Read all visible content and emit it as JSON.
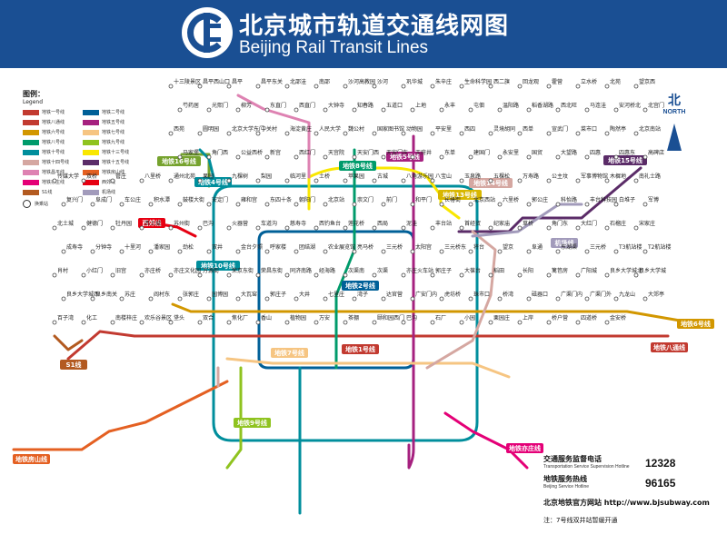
{
  "header": {
    "title_cn": "北京城市轨道交通线网图",
    "title_en": "Beijing Rail Transit Lines",
    "bg_color": "#1a4f93"
  },
  "legend": {
    "title": "图例：",
    "subtitle": "Legend",
    "transfer_label": "换乘站",
    "items": [
      {
        "label": "地铁一号线",
        "color": "#c23a30"
      },
      {
        "label": "地铁二号线",
        "color": "#006098"
      },
      {
        "label": "地铁八通线",
        "color": "#c23a30"
      },
      {
        "label": "地铁五号线",
        "color": "#a6217f"
      },
      {
        "label": "地铁六号线",
        "color": "#d29700"
      },
      {
        "label": "地铁七号线",
        "color": "#f6c582"
      },
      {
        "label": "地铁八号线",
        "color": "#009b6b"
      },
      {
        "label": "地铁九号线",
        "color": "#8fc31f"
      },
      {
        "label": "地铁十号线",
        "color": "#008e9c"
      },
      {
        "label": "地铁十三号线",
        "color": "#f9e700"
      },
      {
        "label": "地铁十四号线",
        "color": "#d5a7a1"
      },
      {
        "label": "地铁十五号线",
        "color": "#5b2c68"
      },
      {
        "label": "地铁昌平线",
        "color": "#de82b2"
      },
      {
        "label": "地铁房山线",
        "color": "#e46022"
      },
      {
        "label": "地铁亦庄线",
        "color": "#e40077"
      },
      {
        "label": "西郊线",
        "color": "#e60012"
      },
      {
        "label": "S1线",
        "color": "#b35a20"
      },
      {
        "label": "机场线",
        "color": "#a29bbb"
      }
    ]
  },
  "north": {
    "label_cn": "北",
    "label_en": "NORTH"
  },
  "map": {
    "line_badges": [
      {
        "text": "地铁16号线",
        "color": "#76a32e"
      },
      {
        "text": "地铁4号线",
        "color": "#008e9c"
      },
      {
        "text": "地铁8号线",
        "color": "#009b6b"
      },
      {
        "text": "地铁5号线",
        "color": "#a6217f"
      },
      {
        "text": "地铁13号线",
        "color": "#d8b700"
      },
      {
        "text": "地铁14号线",
        "color": "#d5a7a1"
      },
      {
        "text": "地铁15号线",
        "color": "#5b2c68"
      },
      {
        "text": "地铁10号线",
        "color": "#008e9c"
      },
      {
        "text": "地铁2号线",
        "color": "#006098"
      },
      {
        "text": "地铁6号线",
        "color": "#d29700"
      },
      {
        "text": "地铁1号线",
        "color": "#c23a30"
      },
      {
        "text": "地铁7号线",
        "color": "#f6c582"
      },
      {
        "text": "地铁9号线",
        "color": "#8fc31f"
      },
      {
        "text": "地铁亦庄线",
        "color": "#e40077"
      },
      {
        "text": "地铁房山线",
        "color": "#e46022"
      },
      {
        "text": "地铁八通线",
        "color": "#c23a30"
      },
      {
        "text": "西郊线",
        "color": "#e60012"
      },
      {
        "text": "S1线",
        "color": "#b35a20"
      },
      {
        "text": "机场线",
        "color": "#a29bbb"
      }
    ],
    "stations": [
      "十三陵景区",
      "昌平西山口",
      "昌平",
      "昌平东关",
      "北邵洼",
      "南邵",
      "沙河高教园",
      "沙河",
      "巩华城",
      "朱辛庄",
      "生命科学园",
      "西二旗",
      "回龙观",
      "霍营",
      "立水桥",
      "北苑",
      "望京西",
      "芍药居",
      "光熙门",
      "柳芳",
      "东直门",
      "西直门",
      "大钟寺",
      "知春路",
      "五道口",
      "上地",
      "永丰",
      "屯佃",
      "温阳路",
      "稻香湖路",
      "西北旺",
      "马连洼",
      "安河桥北",
      "北宫门",
      "西苑",
      "圆明园",
      "北京大学东门",
      "中关村",
      "海淀黄庄",
      "人民大学",
      "魏公村",
      "国家图书馆",
      "动物园",
      "平安里",
      "西四",
      "灵境胡同",
      "西单",
      "宣武门",
      "菜市口",
      "陶然亭",
      "北京南站",
      "马家堡",
      "角门西",
      "公益西桥",
      "新宫",
      "西红门",
      "天宫院",
      "天安门西",
      "天安门东",
      "王府井",
      "东单",
      "建国门",
      "永安里",
      "国贸",
      "大望路",
      "四惠",
      "四惠东",
      "高碑店",
      "传媒大学",
      "双桥",
      "管庄",
      "八里桥",
      "通州北苑",
      "果园",
      "九棵树",
      "梨园",
      "临河里",
      "土桥",
      "苹果园",
      "古城",
      "八角游乐园",
      "八宝山",
      "玉泉路",
      "五棵松",
      "万寿路",
      "公主坟",
      "军事博物馆",
      "木樨地",
      "南礼士路",
      "复兴门",
      "阜成门",
      "车公庄",
      "积水潭",
      "鼓楼大街",
      "安定门",
      "雍和宫",
      "东四十条",
      "朝阳门",
      "北京站",
      "崇文门",
      "前门",
      "和平门",
      "长椿街",
      "北京西站",
      "六里桥",
      "郭公庄",
      "科怡路",
      "丰台科技园",
      "白堆子",
      "军博",
      "北土城",
      "健德门",
      "牡丹园",
      "西土城",
      "苏州街",
      "巴沟",
      "火器营",
      "车道沟",
      "慈寿寺",
      "西钓鱼台",
      "莲花桥",
      "西局",
      "泥洼",
      "丰台站",
      "首经贸",
      "纪家庙",
      "草桥",
      "角门东",
      "大红门",
      "石榴庄",
      "宋家庄",
      "成寿寺",
      "分钟寺",
      "十里河",
      "潘家园",
      "劲松",
      "双井",
      "金台夕照",
      "呼家楼",
      "团结湖",
      "农业展览馆",
      "亮马桥",
      "三元桥",
      "太阳宫",
      "三元桥东",
      "将台",
      "望京",
      "阜通",
      "东湖渠",
      "三元桥",
      "T3航站楼",
      "T2航站楼",
      "肖村",
      "小红门",
      "旧宫",
      "亦庄桥",
      "亦庄文化园",
      "万源街",
      "荣京东街",
      "荣昌东街",
      "同济南路",
      "经海路",
      "次渠南",
      "次渠",
      "亦庄火车站",
      "郭庄子",
      "大葆台",
      "稻田",
      "长阳",
      "篱笆房",
      "广阳城",
      "良乡大学城北",
      "良乡大学城",
      "良乡大学城西",
      "良乡南关",
      "苏庄",
      "阎村东",
      "张郭庄",
      "园博园",
      "大瓦窑",
      "郭庄子",
      "大井",
      "七里庄",
      "湾子",
      "达官营",
      "广安门内",
      "虎坊桥",
      "珠市口",
      "桥湾",
      "磁器口",
      "广渠门内",
      "广渠门外",
      "九龙山",
      "大郊亭",
      "百子湾",
      "化工",
      "南楼梓庄",
      "欢乐谷景区",
      "垡头",
      "双合",
      "焦化厂",
      "香山",
      "植物园",
      "万安",
      "茶棚",
      "颐和园西门",
      "巴沟",
      "石厂",
      "小园",
      "栗园庄",
      "上岸",
      "桥户营",
      "四道桥",
      "金安桥"
    ]
  },
  "info": {
    "supervision_cn": "交通服务监督电话",
    "supervision_en": "Transportation Service Supervision Hotline",
    "supervision_number": "12328",
    "service_cn": "地铁服务热线",
    "service_en": "Beijing Service Hotline",
    "service_number": "96165",
    "website": "北京地铁官方网站 http://www.bjsubway.com",
    "note": "注：7号线双井站暂缓开通"
  }
}
